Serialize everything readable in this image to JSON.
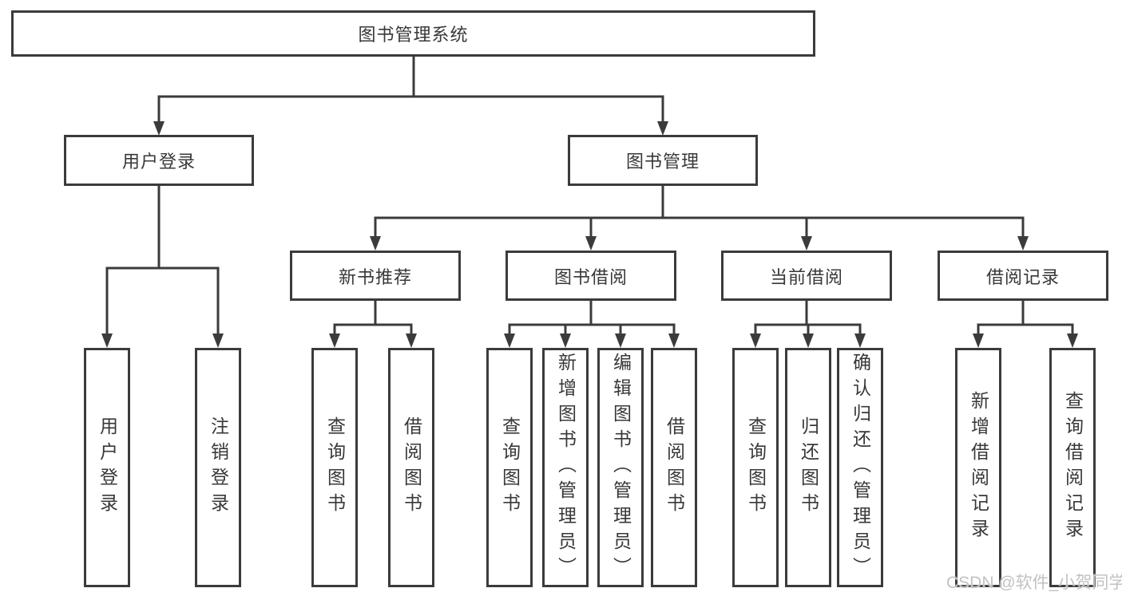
{
  "diagram": {
    "root": {
      "label": "图书管理系统"
    },
    "branches": [
      {
        "label": "用户登录",
        "children": [
          {
            "label": "用户登录"
          },
          {
            "label": "注销登录"
          }
        ]
      },
      {
        "label": "图书管理",
        "children": [
          {
            "label": "新书推荐",
            "children": [
              {
                "label": "查询图书"
              },
              {
                "label": "借阅图书"
              }
            ]
          },
          {
            "label": "图书借阅",
            "children": [
              {
                "label": "查询图书"
              },
              {
                "label": "新增图书（管理员）"
              },
              {
                "label": "编辑图书（管理员）"
              },
              {
                "label": "借阅图书"
              }
            ]
          },
          {
            "label": "当前借阅",
            "children": [
              {
                "label": "查询图书"
              },
              {
                "label": "归还图书"
              },
              {
                "label": "确认归还（管理员）"
              }
            ]
          },
          {
            "label": "借阅记录",
            "children": [
              {
                "label": "新增借阅记录"
              },
              {
                "label": "查询借阅记录"
              }
            ]
          }
        ]
      }
    ]
  },
  "watermark": "CSDN @软件_小贺同学",
  "colors": {
    "line": "#3b3b3b",
    "text": "#383838",
    "box_bg": "#ffffff",
    "watermark": "#c2c2c2"
  }
}
